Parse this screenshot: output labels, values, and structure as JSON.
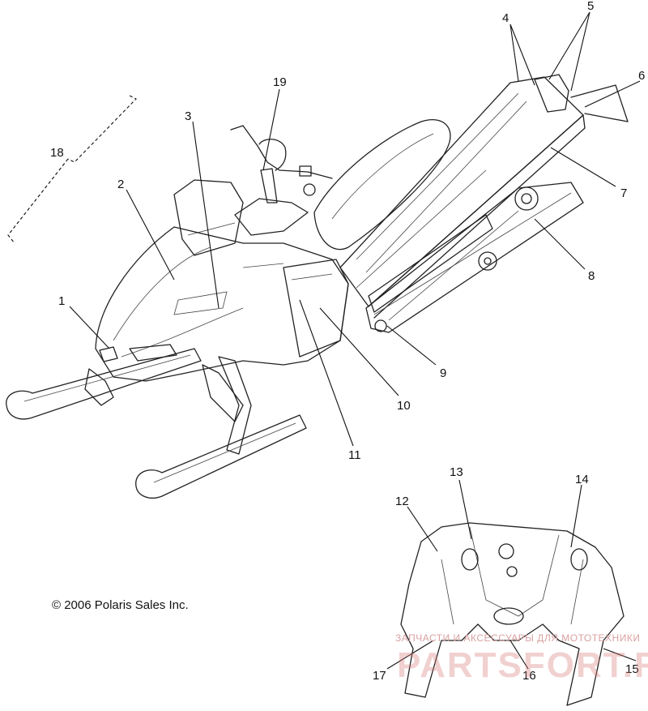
{
  "copyright": "© 2006 Polaris Sales Inc.",
  "watermark": {
    "line1": "ЗАПЧАСТИ И АКСЕССУАРЫ ДЛЯ МОТОТЕХНИКИ",
    "line2": "PARTSFORT.RU"
  },
  "callouts": [
    "1",
    "2",
    "3",
    "4",
    "5",
    "6",
    "7",
    "8",
    "9",
    "10",
    "11",
    "12",
    "13",
    "14",
    "15",
    "16",
    "17",
    "18",
    "19"
  ]
}
